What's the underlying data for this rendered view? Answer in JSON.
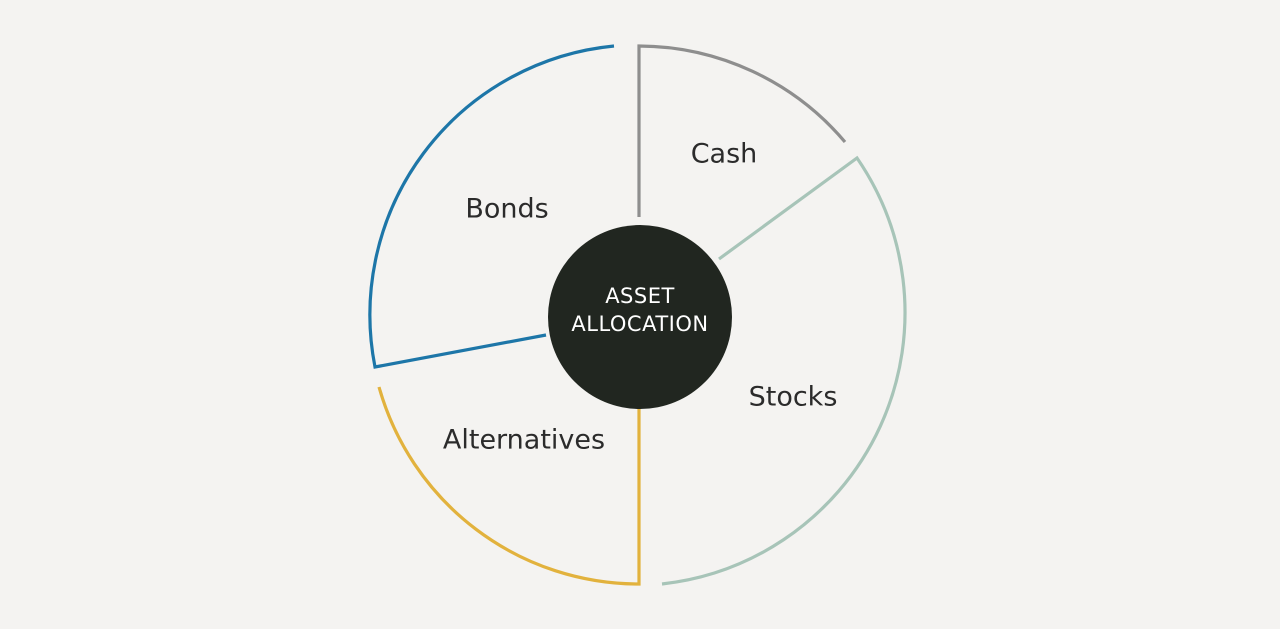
{
  "diagram": {
    "center": {
      "line1": "ASSET",
      "line2": "ALLOCATION",
      "fill_color": "#212620"
    },
    "segments": [
      {
        "key": "cash",
        "label": "Cash",
        "color": "#8e8e8e"
      },
      {
        "key": "stocks",
        "label": "Stocks",
        "color": "#a7c4b8"
      },
      {
        "key": "alternatives",
        "label": "Alternatives",
        "color": "#e2b23d"
      },
      {
        "key": "bonds",
        "label": "Bonds",
        "color": "#1d76a8"
      }
    ]
  }
}
